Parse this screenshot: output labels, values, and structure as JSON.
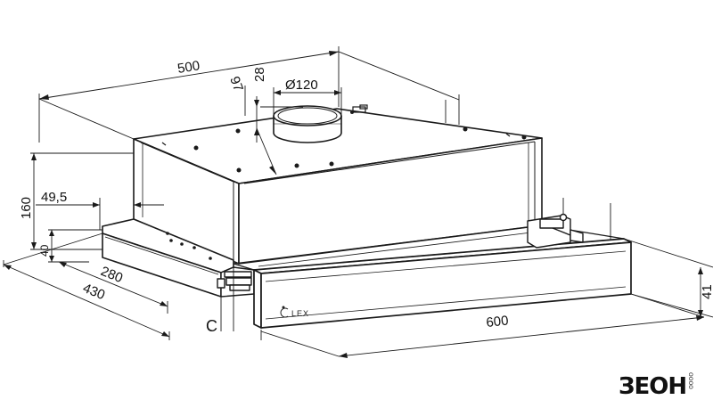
{
  "dimensions": {
    "width_top": "500",
    "depth_28": "28",
    "depth_97": "97",
    "duct": "Ø120",
    "height": "160",
    "offset": "49,5",
    "front_height": "40",
    "depth_280": "280",
    "depth_430": "430",
    "width_front": "600",
    "panel_height": "41",
    "label_c": "C"
  },
  "brand": {
    "name": "LEX"
  },
  "watermark": {
    "logo": "ЗЕОН",
    "side_text": "ОООО"
  },
  "colors": {
    "line": "#1a1a1a",
    "background": "#ffffff"
  }
}
